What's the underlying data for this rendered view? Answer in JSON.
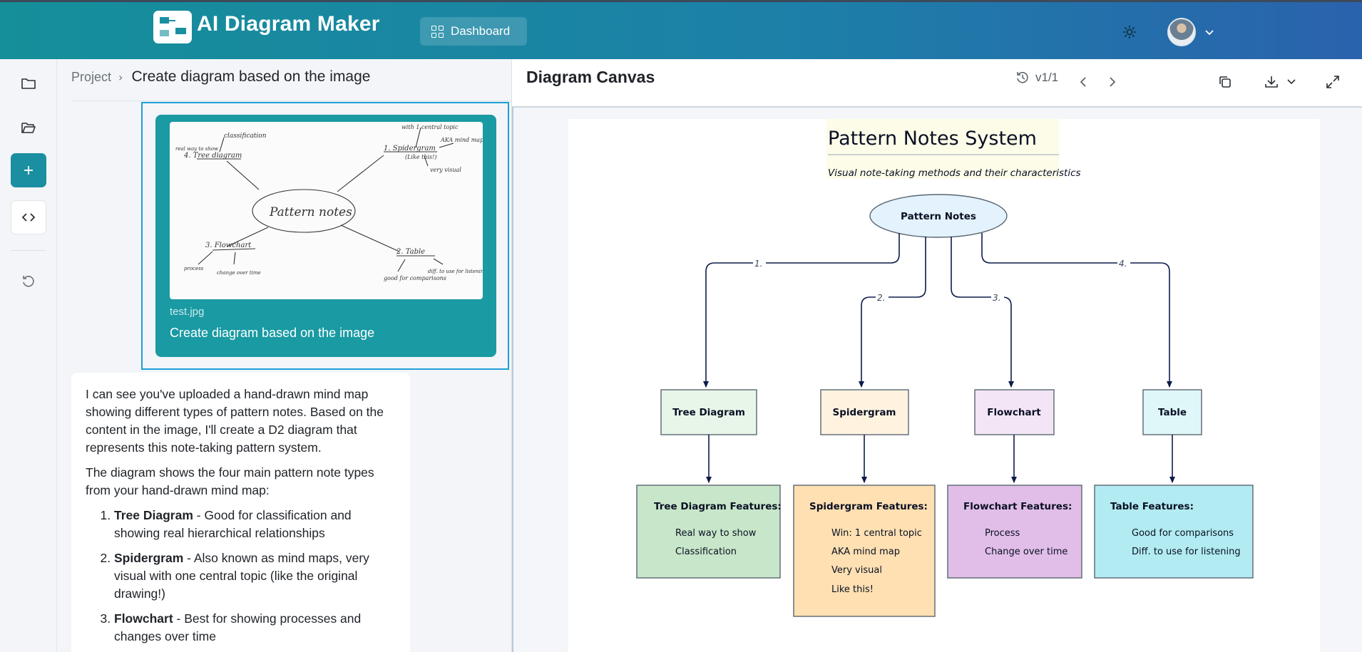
{
  "header": {
    "app_title": "AI Diagram Maker",
    "dashboard_label": "Dashboard"
  },
  "breadcrumb": {
    "project": "Project",
    "separator": "›",
    "title": "Create diagram based on the image"
  },
  "user_message": {
    "file_name": "test.jpg",
    "text": "Create diagram based on the image",
    "sketch": {
      "center": "Pattern notes",
      "branches": [
        "4. Tree diagram",
        "1. Spidergram",
        "3. Flowchart",
        "2. Table"
      ],
      "notes": [
        "classification",
        "with 1 central topic",
        "(Like this!)",
        "AKA mind map",
        "very visual",
        "good for comparisons",
        "diff. to use for listening",
        "process",
        "change over time",
        "real way to show"
      ]
    }
  },
  "ai_message": {
    "para1": "I can see you've uploaded a hand-drawn mind map showing different types of pattern notes. Based on the content in the image, I'll create a D2 diagram that represents this note-taking pattern system.",
    "para2": "The diagram shows the four main pattern note types from your hand-drawn mind map:",
    "items": [
      {
        "title": "Tree Diagram",
        "desc": " - Good for classification and showing real hierarchical relationships"
      },
      {
        "title": "Spidergram",
        "desc": " - Also known as mind maps, very visual with one central topic (like the original drawing!)"
      },
      {
        "title": "Flowchart",
        "desc": " - Best for showing processes and changes over time"
      }
    ]
  },
  "canvas": {
    "title": "Diagram Canvas",
    "version": "v1/1"
  },
  "diagram": {
    "title": "Pattern Notes System",
    "subtitle": "Visual note-taking methods and their characteristics",
    "root": "Pattern Notes",
    "edge_labels": [
      "1.",
      "2.",
      "3.",
      "4."
    ],
    "nodes": [
      "Tree Diagram",
      "Spidergram",
      "Flowchart",
      "Table"
    ],
    "features": [
      {
        "title": "Tree Diagram Features:",
        "items": [
          "Real way to show",
          "Classification"
        ],
        "fill": "#c8e6c9"
      },
      {
        "title": "Spidergram Features:",
        "items": [
          "Win: 1 central topic",
          "AKA mind map",
          "Very visual",
          "Like this!"
        ],
        "fill": "#ffe0b2"
      },
      {
        "title": "Flowchart Features:",
        "items": [
          "Process",
          "Change over time"
        ],
        "fill": "#e1bee7"
      },
      {
        "title": "Table Features:",
        "items": [
          "Good for comparisons",
          "Diff. to use for listening"
        ],
        "fill": "#b2ebf2"
      }
    ],
    "node_fills": [
      "#e8f5e9",
      "#fff3e0",
      "#f3e5f5",
      "#e0f7fa"
    ],
    "root_fill": "#e3f2fd",
    "title_bg": "#fcfce8"
  }
}
